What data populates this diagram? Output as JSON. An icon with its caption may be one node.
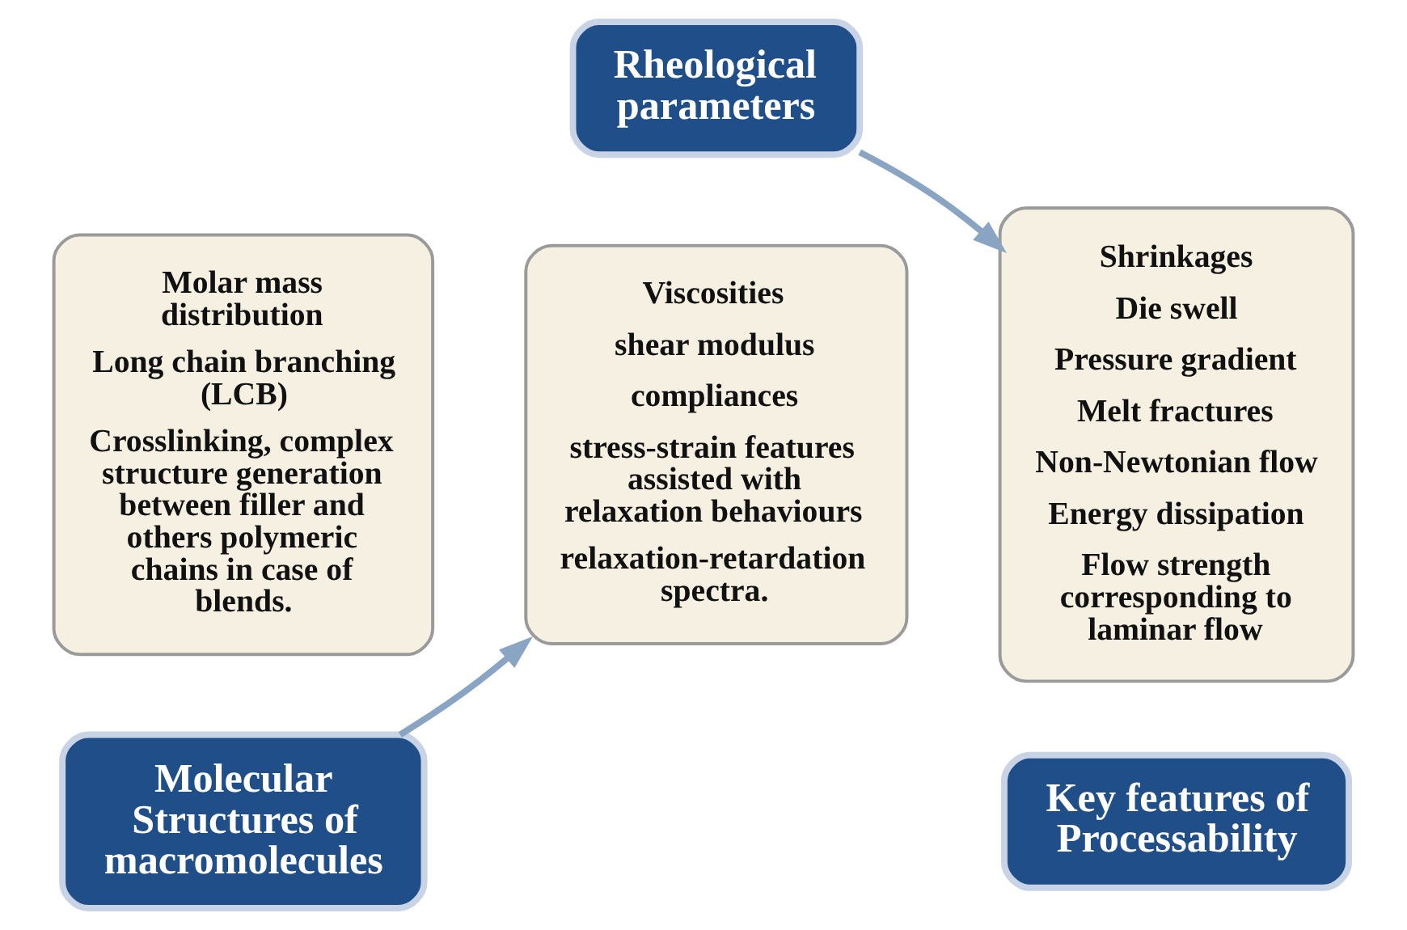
{
  "diagram": {
    "nodes": [
      {
        "text": [
          "Molar mass distribution",
          "Long chain branching (LCB)",
          "Crosslinking, complex structure generation between filler and others polymeric chains in case of blends."
        ]
      },
      {
        "text": [
          "Molecular Structures of macromolecules"
        ]
      },
      {
        "text": [
          "Rheological parameters"
        ]
      },
      {
        "text": [
          "Viscosities",
          "shear modulus",
          "compliances",
          "stress-strain features assisted with relaxation behaviours",
          "relaxation-retardation spectra."
        ]
      },
      {
        "text": [
          "Shrinkages",
          "Die swell",
          "Pressure gradient",
          "Melt fractures",
          "Non-Newtonian flow",
          "Energy dissipation",
          "Flow strength corresponding to laminar flow"
        ]
      },
      {
        "text": [
          "Key features of Processability"
        ]
      }
    ],
    "edges": [
      {
        "from": 1,
        "to": 3,
        "arrow": "to"
      },
      {
        "from": 2,
        "to": 4,
        "arrow": "to"
      }
    ]
  }
}
